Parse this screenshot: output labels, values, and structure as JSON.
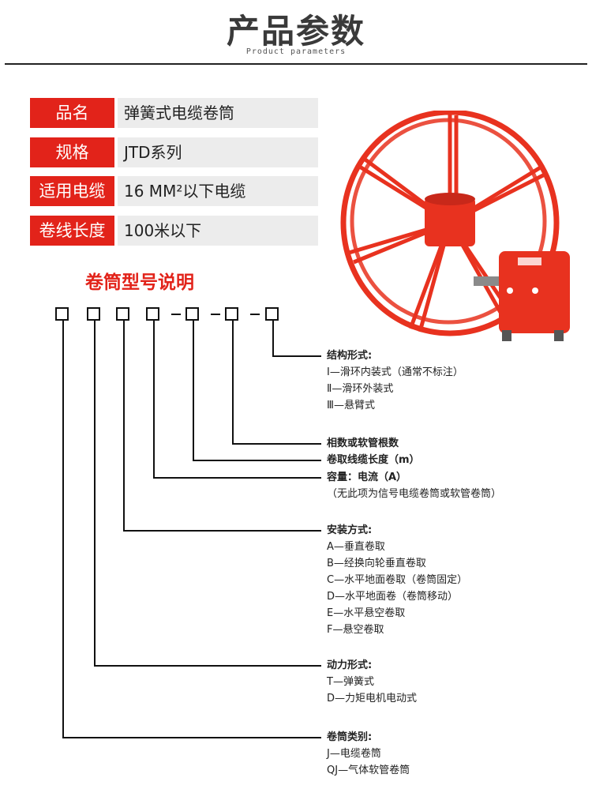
{
  "header": {
    "title": "产品参数",
    "subtitle": "Product parameters"
  },
  "params": [
    {
      "label": "品名",
      "value": "弹簧式电缆卷筒"
    },
    {
      "label": "规格",
      "value": "JTD系列"
    },
    {
      "label": "适用电缆",
      "value": "16 MM²以下电缆"
    },
    {
      "label": "卷线长度",
      "value": "100米以下"
    }
  ],
  "model_heading": "卷筒型号说明",
  "annotations": {
    "structure": {
      "heading": "结构形式:",
      "items": [
        "Ⅰ—滑环内装式（通常不标注）",
        "Ⅱ—滑环外装式",
        "Ⅲ—悬臂式"
      ]
    },
    "phase": {
      "heading": "相数或软管根数"
    },
    "length": {
      "heading": "卷取线缆长度（m）"
    },
    "capacity": {
      "heading": "容量：电流（A）",
      "items": [
        "（无此项为信号电缆卷筒或软管卷筒）"
      ]
    },
    "install": {
      "heading": "安装方式:",
      "items": [
        "A—垂直卷取",
        "B—经换向轮垂直卷取",
        "C—水平地面卷取（卷筒固定）",
        "D—水平地面卷（卷筒移动）",
        "E—水平悬空卷取",
        "F—悬空卷取"
      ]
    },
    "power": {
      "heading": "动力形式:",
      "items": [
        "T—弹簧式",
        "D—力矩电机电动式"
      ]
    },
    "category": {
      "heading": "卷筒类别:",
      "items": [
        "J—电缆卷筒",
        "QJ—气体软管卷筒"
      ]
    }
  },
  "colors": {
    "accent": "#e2231a",
    "reel": "#e8321f",
    "label_bg": "#e2231a",
    "value_bg": "#ececec"
  }
}
